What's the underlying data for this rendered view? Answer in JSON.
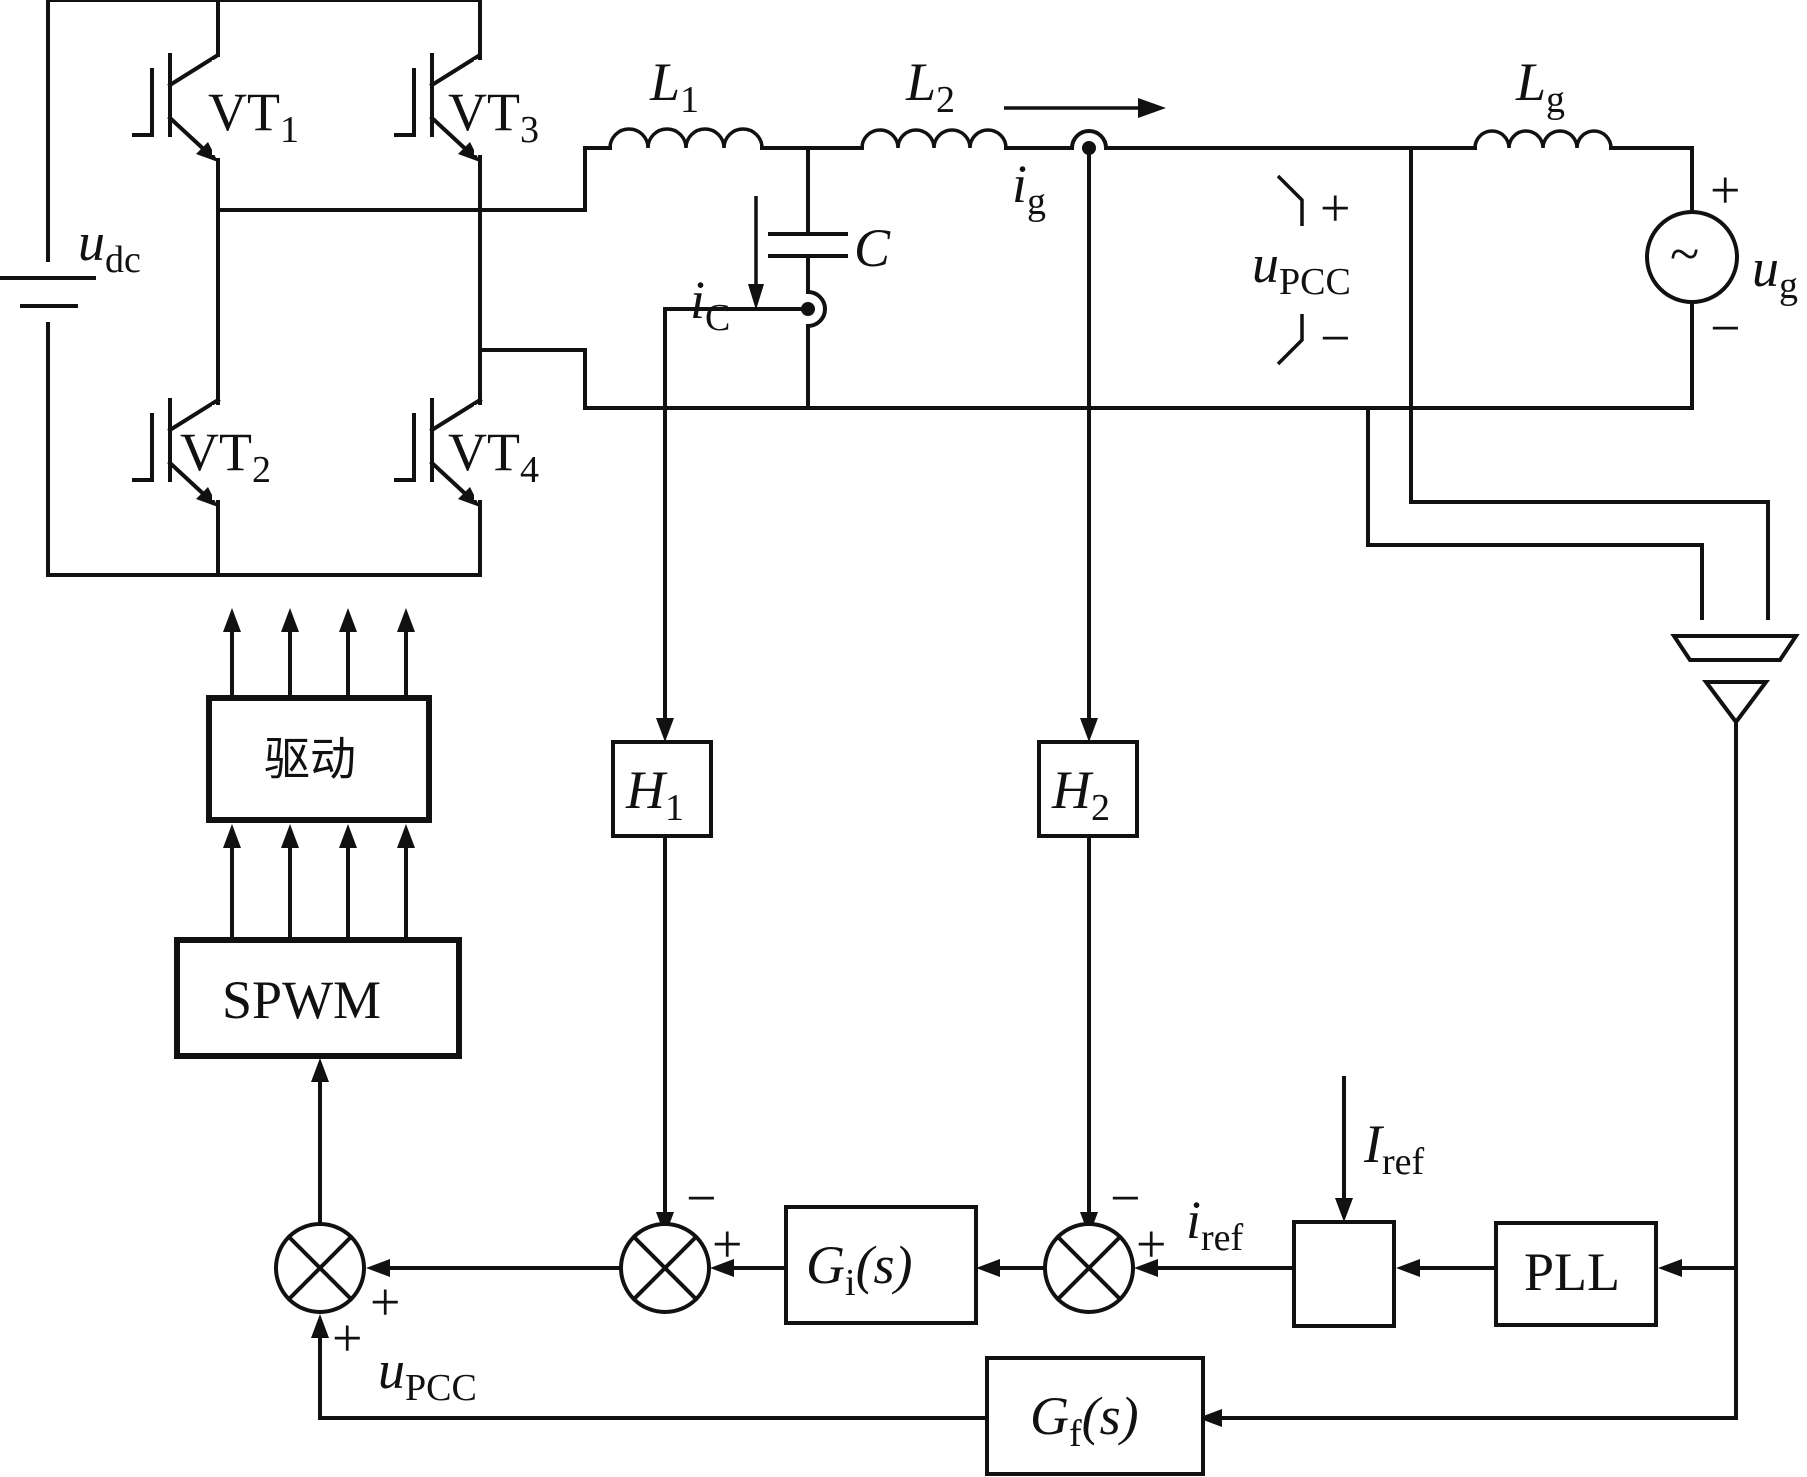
{
  "switches": {
    "vt1": {
      "main": "VT",
      "sub": "1"
    },
    "vt2": {
      "main": "VT",
      "sub": "2"
    },
    "vt3": {
      "main": "VT",
      "sub": "3"
    },
    "vt4": {
      "main": "VT",
      "sub": "4"
    }
  },
  "labels": {
    "udc": {
      "main": "u",
      "sub": "dc"
    },
    "L1": {
      "main": "L",
      "sub": "1"
    },
    "L2": {
      "main": "L",
      "sub": "2"
    },
    "Lg": {
      "main": "L",
      "sub": "g"
    },
    "C": "C",
    "iC": {
      "main": "i",
      "sub": "C"
    },
    "ig": {
      "main": "i",
      "sub": "g"
    },
    "upcc": {
      "main": "u",
      "sub": "PCC"
    },
    "ug": {
      "main": "u",
      "sub": "g"
    },
    "plus": "+",
    "minus": "−",
    "Iref": {
      "main": "I",
      "sub": "ref"
    },
    "iref": {
      "main": "i",
      "sub": "ref"
    }
  },
  "blocks": {
    "drive": "驱动",
    "spwm": "SPWM",
    "H1": {
      "main": "H",
      "sub": "1"
    },
    "H2": {
      "main": "H",
      "sub": "2"
    },
    "Gi": {
      "main": "G",
      "sub": "i",
      "tail": "(s)"
    },
    "Gf": {
      "main": "G",
      "sub": "f",
      "tail": "(s)"
    },
    "pll": "PLL"
  },
  "source_symbol": "~"
}
